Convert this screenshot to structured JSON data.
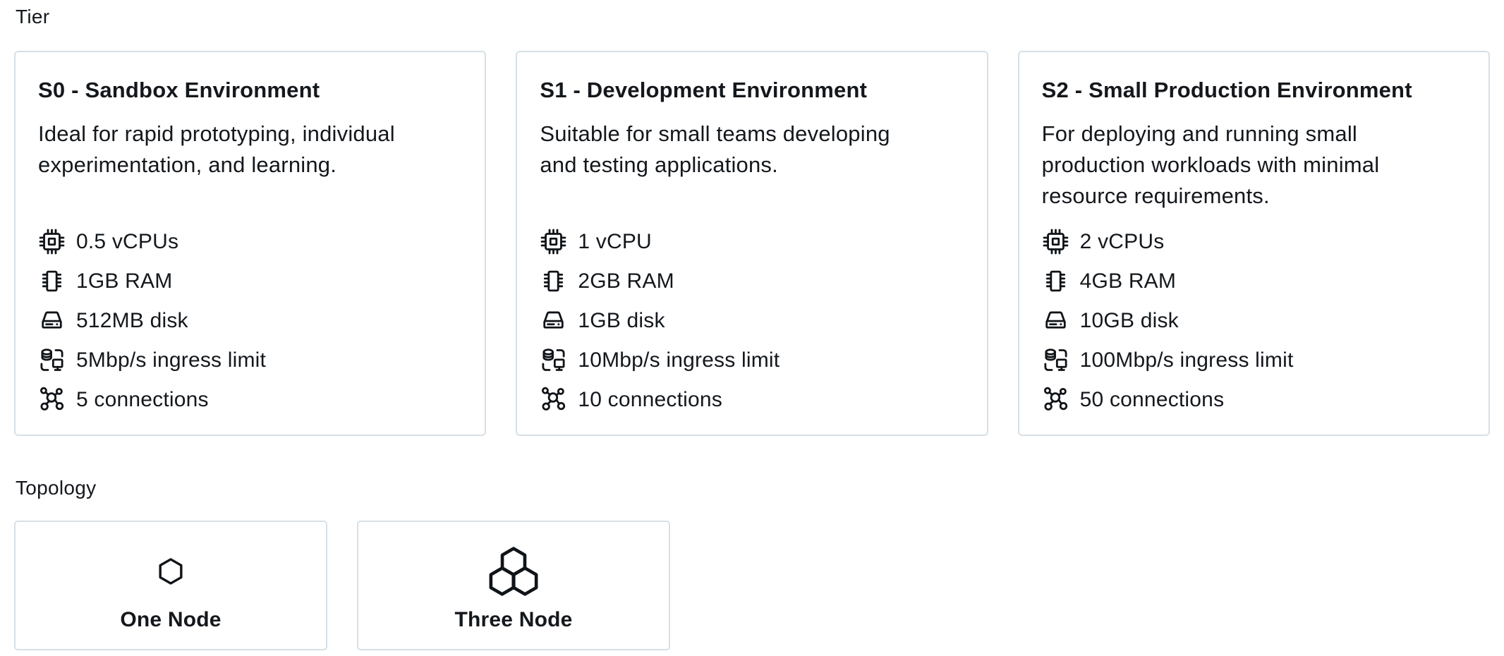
{
  "tier": {
    "label": "Tier",
    "cards": [
      {
        "title": "S0 - Sandbox Environment",
        "description": "Ideal for rapid prototyping, individual experimentation, and learning.",
        "specs": [
          {
            "icon": "cpu-icon",
            "label": "0.5 vCPUs"
          },
          {
            "icon": "ram-icon",
            "label": "1GB RAM"
          },
          {
            "icon": "disk-icon",
            "label": "512MB disk"
          },
          {
            "icon": "ingress-icon",
            "label": "5Mbp/s ingress limit"
          },
          {
            "icon": "connections-icon",
            "label": "5 connections"
          }
        ]
      },
      {
        "title": "S1 - Development Environment",
        "description": "Suitable for small teams developing and testing applications.",
        "specs": [
          {
            "icon": "cpu-icon",
            "label": "1 vCPU"
          },
          {
            "icon": "ram-icon",
            "label": "2GB RAM"
          },
          {
            "icon": "disk-icon",
            "label": "1GB disk"
          },
          {
            "icon": "ingress-icon",
            "label": "10Mbp/s ingress limit"
          },
          {
            "icon": "connections-icon",
            "label": "10 connections"
          }
        ]
      },
      {
        "title": "S2 - Small Production Environment",
        "description": "For deploying and running small production workloads with minimal resource requirements.",
        "specs": [
          {
            "icon": "cpu-icon",
            "label": "2 vCPUs"
          },
          {
            "icon": "ram-icon",
            "label": "4GB RAM"
          },
          {
            "icon": "disk-icon",
            "label": "10GB disk"
          },
          {
            "icon": "ingress-icon",
            "label": "100Mbp/s ingress limit"
          },
          {
            "icon": "connections-icon",
            "label": "50 connections"
          }
        ]
      }
    ]
  },
  "topology": {
    "label": "Topology",
    "options": [
      {
        "icon": "one-node-icon",
        "label": "One Node"
      },
      {
        "icon": "three-node-icon",
        "label": "Three Node"
      }
    ]
  },
  "colors": {
    "card_border": "#d6e0e6",
    "text": "#14181c",
    "icon": "#101418",
    "background": "#ffffff"
  }
}
